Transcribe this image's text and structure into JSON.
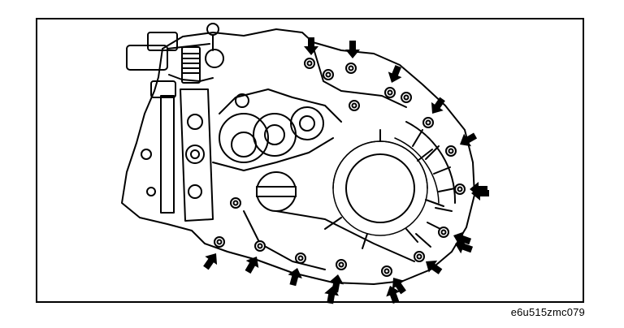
{
  "figure": {
    "code": "e6u515zmc079",
    "colors": {
      "line": "#000000",
      "fill": "#ffffff",
      "arrow": "#000000"
    },
    "bolt_count": 17,
    "arrow_count": 17
  }
}
